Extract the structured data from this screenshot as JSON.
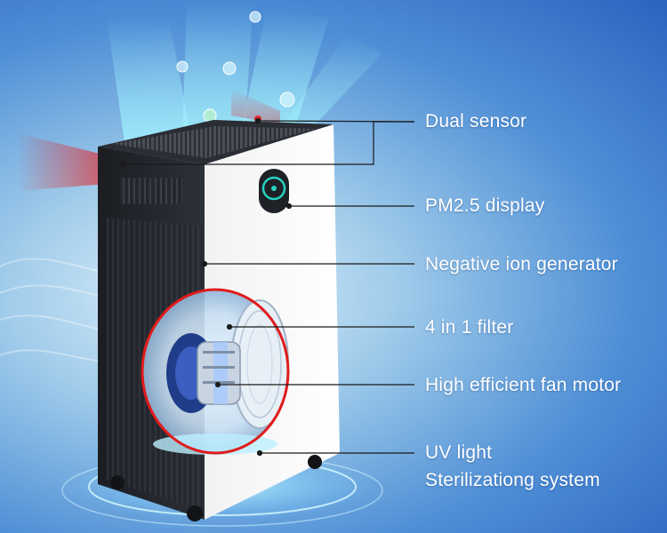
{
  "colors": {
    "background_center": "#dff1fb",
    "background_edge": "#2a63c0",
    "label_text": "#ffffff",
    "callout_line": "#1a1a1a",
    "highlight_ring": "#e01b1b"
  },
  "product_image": {
    "icon": "air-purifier-illustration",
    "display_icon": "pm25-ring-display-icon"
  },
  "callouts": [
    {
      "id": "dual-sensor",
      "label": "Dual sensor"
    },
    {
      "id": "pm25-display",
      "label": "PM2.5 display"
    },
    {
      "id": "negative-ion-generator",
      "label": "Negative ion generator"
    },
    {
      "id": "filter",
      "label": "4 in 1 filter"
    },
    {
      "id": "fan-motor",
      "label": "High efficient fan motor"
    },
    {
      "id": "uv-light",
      "label": "UV light",
      "sublabel": "Sterilizationg system"
    }
  ]
}
